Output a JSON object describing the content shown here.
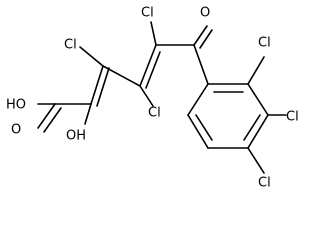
{
  "structure": {
    "labels": {
      "cl_a": "Cl",
      "cl_b": "Cl",
      "cl_c": "Cl",
      "cl_d": "Cl",
      "cl_e": "Cl",
      "cl_f": "Cl",
      "ho_acid": "HO",
      "o_acid": "O",
      "oh_enol": "OH",
      "o_ketone": "O"
    }
  }
}
